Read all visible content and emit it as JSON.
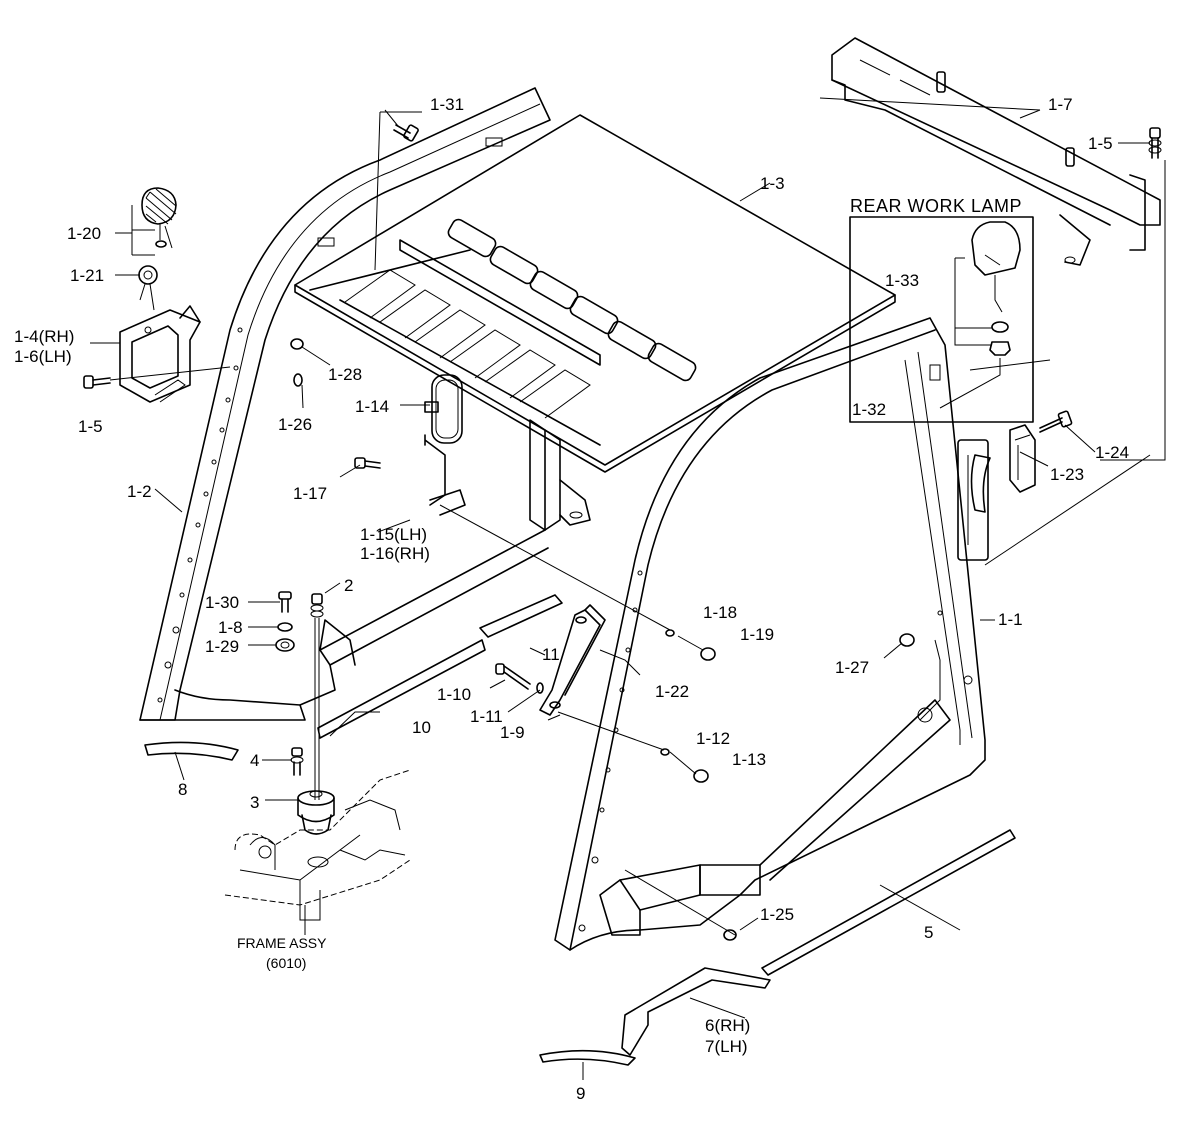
{
  "box_title": "REAR WORK LAMP",
  "frame_label": "FRAME ASSY",
  "frame_code": "(6010)",
  "labels": {
    "p1_1": "1-1",
    "p1_2": "1-2",
    "p1_3": "1-3",
    "p1_4": "1-4(RH)",
    "p1_6": "1-6(LH)",
    "p1_5a": "1-5",
    "p1_5b": "1-5",
    "p1_7": "1-7",
    "p1_8": "1-8",
    "p1_9": "1-9",
    "p1_10": "1-10",
    "p1_11": "1-11",
    "p1_12": "1-12",
    "p1_13": "1-13",
    "p1_14": "1-14",
    "p1_15": "1-15(LH)",
    "p1_16": "1-16(RH)",
    "p1_17": "1-17",
    "p1_18": "1-18",
    "p1_19": "1-19",
    "p1_20": "1-20",
    "p1_21": "1-21",
    "p1_22": "1-22",
    "p1_23": "1-23",
    "p1_24": "1-24",
    "p1_25": "1-25",
    "p1_26": "1-26",
    "p1_27": "1-27",
    "p1_28": "1-28",
    "p1_29": "1-29",
    "p1_30": "1-30",
    "p1_31": "1-31",
    "p1_32": "1-32",
    "p1_33": "1-33",
    "p2": "2",
    "p3": "3",
    "p4": "4",
    "p5": "5",
    "p6": "6(RH)",
    "p7": "7(LH)",
    "p8": "8",
    "p9": "9",
    "p10": "10",
    "p11": "11"
  }
}
